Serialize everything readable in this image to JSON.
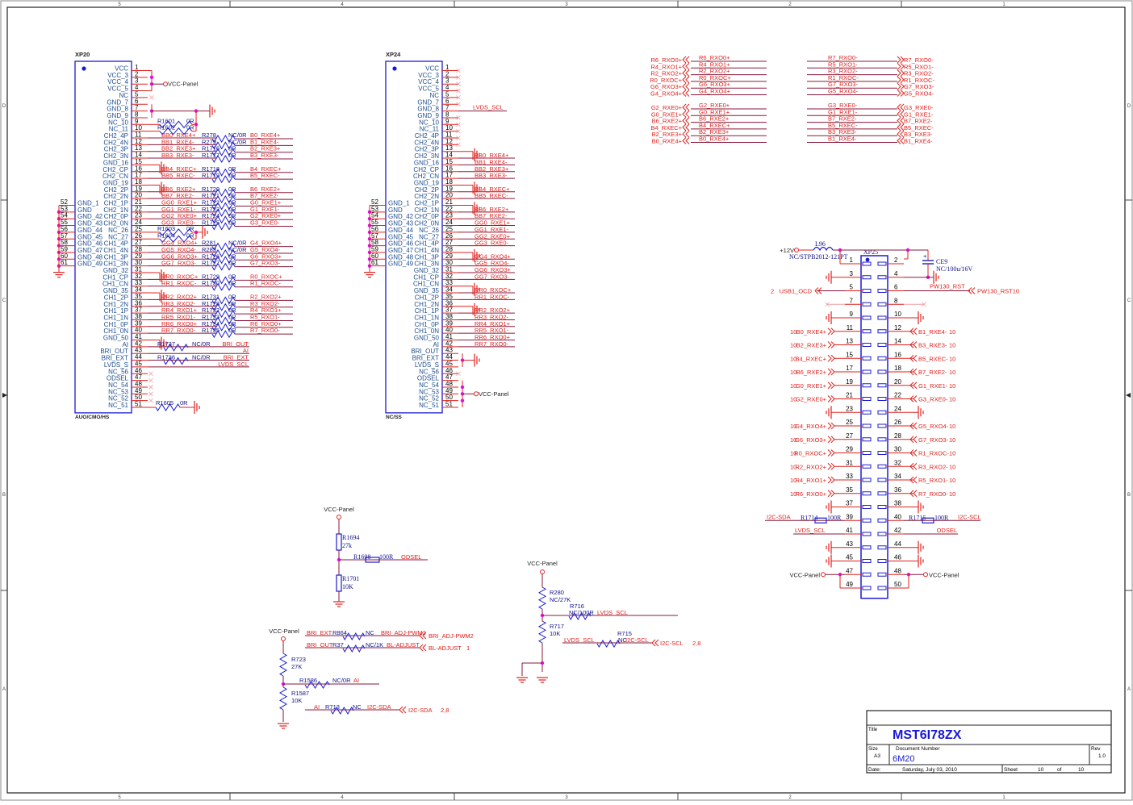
{
  "frame": {
    "columns": [
      "5",
      "4",
      "3",
      "2",
      "1"
    ],
    "rows": [
      "D",
      "C",
      "B",
      "A"
    ]
  },
  "title_block": {
    "title_label": "Title",
    "title": "MST6I78ZX",
    "size_label": "Size",
    "size": "A3",
    "docnum_label": "Document Number",
    "docnum": "6M20",
    "rev_label": "Rev",
    "rev": "1.0",
    "date_label": "Date:",
    "date": "Saturday, July 03, 2010",
    "sheet_label": "Sheet",
    "sheet": "10",
    "of_label": "of",
    "of": "10"
  },
  "xp20": {
    "ref": "XP20",
    "footer": "AUO/CMO/HS",
    "pins": [
      "VCC",
      "VCC_3",
      "VCC_4",
      "VCC_5",
      "NC",
      "GND_7",
      "GND_8",
      "GND_9",
      "NC_10",
      "NC_11",
      "CH2_4P",
      "CH2_4N",
      "CH2_3P",
      "CH2_3N",
      "GND_16",
      "CH2_CP",
      "CH2_CN",
      "GND_19",
      "CH2_2P",
      "CH2_2N",
      "CH2_1P",
      "CH2_1N",
      "CH2_0P",
      "CH2_0N",
      "NC_26",
      "NC_27",
      "CH1_4P",
      "CH1_4N",
      "CH1_3P",
      "CH1_3N",
      "GND_32",
      "CH1_CP",
      "CH1_CN",
      "GND_35",
      "CH1_2P",
      "CH1_2N",
      "CH1_1P",
      "CH1_1N",
      "CH1_0P",
      "CH1_0N",
      "GND_50",
      "AI",
      "BRI_OUT",
      "BRI_EXT",
      "LVDS_S",
      "NC_56",
      "ODSEL",
      "NC_54",
      "NC_53",
      "NC_52",
      "NC_51"
    ],
    "gnd_pins": [
      "GND_1",
      "GND",
      "GND_42",
      "GND_43",
      "GND_44",
      "GND_45",
      "GND_46",
      "GND_47",
      "GND_48",
      "GND_49"
    ],
    "gnd_pin_numbers": [
      "52",
      "53",
      "54",
      "55",
      "56",
      "57",
      "58",
      "59",
      "60",
      "61"
    ],
    "vcc_label": "VCC-Panel",
    "nets": [
      {
        "pin": 11,
        "left": "BB0_RXE4+",
        "ref": "R278",
        "val": "NC/0R",
        "right": "B0_RXE4+"
      },
      {
        "pin": 12,
        "left": "BB1_RXE4-",
        "ref": "R279",
        "val": "NC/0R",
        "right": "B1_RXE4-"
      },
      {
        "pin": 13,
        "left": "BB2_RXE3+",
        "ref": "R1716",
        "val": "0R",
        "right": "B2_RXE3+"
      },
      {
        "pin": 14,
        "left": "BB3_RXE3-",
        "ref": "R1717",
        "val": "0R",
        "right": "B3_RXE3-"
      },
      {
        "pin": 16,
        "left": "BB4_RXEC+",
        "ref": "R1718",
        "val": "0R",
        "right": "B4_RXEC+"
      },
      {
        "pin": 17,
        "left": "BB5_RXEC-",
        "ref": "R1719",
        "val": "0R",
        "right": "B5_RXEC-"
      },
      {
        "pin": 19,
        "left": "BB6_RXE2+",
        "ref": "R1720",
        "val": "0R",
        "right": "B6_RXE2+"
      },
      {
        "pin": 20,
        "left": "BB7_RXE2-",
        "ref": "R1721",
        "val": "0R",
        "right": "B7_RXE2-"
      },
      {
        "pin": 21,
        "left": "GG0_RXE1+",
        "ref": "R1722",
        "val": "0R",
        "right": "G0_RXE1+"
      },
      {
        "pin": 22,
        "left": "GG1_RXE1-",
        "ref": "R1723",
        "val": "0R",
        "right": "G1_RXE1-"
      },
      {
        "pin": 23,
        "left": "GG2_RXE0+",
        "ref": "R1724",
        "val": "0R",
        "right": "G2_RXE0+"
      },
      {
        "pin": 24,
        "left": "GG3_RXE0-",
        "ref": "R1725",
        "val": "0R",
        "right": "G3_RXE0-"
      },
      {
        "pin": 27,
        "left": "GG4_RXO4+",
        "ref": "R281",
        "val": "NC/0R",
        "right": "G4_RXO4+"
      },
      {
        "pin": 28,
        "left": "GG5_RXO4-",
        "ref": "R283",
        "val": "NC/0R",
        "right": "G5_RXO4-"
      },
      {
        "pin": 29,
        "left": "GG6_RXO3+",
        "ref": "R1726",
        "val": "0R",
        "right": "G6_RXO3+"
      },
      {
        "pin": 30,
        "left": "GG7_RXO3-",
        "ref": "R1727",
        "val": "0R",
        "right": "G7_RXO3-"
      },
      {
        "pin": 32,
        "left": "RR0_RXOC+",
        "ref": "R1729",
        "val": "0R",
        "right": "R0_RXOC+"
      },
      {
        "pin": 33,
        "left": "RR1_RXOC-",
        "ref": "R1730",
        "val": "0R",
        "right": "R1_RXOC-"
      },
      {
        "pin": 35,
        "left": "RR2_RXO2+",
        "ref": "R1731",
        "val": "0R",
        "right": "R2_RXO2+"
      },
      {
        "pin": 36,
        "left": "RR3_RXO2-",
        "ref": "R1728",
        "val": "0R",
        "right": "R3_RXO2-"
      },
      {
        "pin": 37,
        "left": "RR4_RXO1+",
        "ref": "R1732",
        "val": "0R",
        "right": "R4_RXO1+"
      },
      {
        "pin": 38,
        "left": "RR5_RXO1-",
        "ref": "R1733",
        "val": "0R",
        "right": "R5_RXO1-"
      },
      {
        "pin": 39,
        "left": "RR6_RXO0+",
        "ref": "R1734",
        "val": "0R",
        "right": "R6_RXO0+"
      },
      {
        "pin": 40,
        "left": "RR7_RXO0-",
        "ref": "R1735",
        "val": "0R",
        "right": "R7_RXO0-"
      }
    ],
    "short_resistors": [
      {
        "pin": 9,
        "ref": "R1601",
        "val": "0R"
      },
      {
        "pin": 10,
        "ref": "R1602",
        "val": "0R"
      },
      {
        "pin": 25,
        "ref": "R1603",
        "val": "0R"
      },
      {
        "pin": 26,
        "ref": "R1604",
        "val": "0R"
      },
      {
        "pin": 51,
        "ref": "R1605",
        "val": "0R"
      }
    ],
    "misc": [
      {
        "pin": 42,
        "ref": "R1737",
        "val": "NC/0R",
        "net": "BRI_OUT"
      },
      {
        "pin": 43,
        "net": "AI"
      },
      {
        "pin": 44,
        "ref": "R1736",
        "val": "NC/0R",
        "net": "BRI_EXT"
      },
      {
        "pin": 45,
        "net": "LVDS_SCL"
      }
    ]
  },
  "xp24": {
    "ref": "XP24",
    "footer": "NC/SS",
    "pins": [
      "VCC",
      "VCC_3",
      "VCC_4",
      "VCC_5",
      "NC",
      "GND_7",
      "GND_8",
      "GND_9",
      "NC_10",
      "NC_11",
      "CH2_4P",
      "CH2_4N",
      "CH2_3P",
      "CH2_3N",
      "GND_16",
      "CH2_CP",
      "CH2_CN",
      "GND_19",
      "CH2_2P",
      "CH2_2N",
      "CH2_1P",
      "CH2_1N",
      "CH2_0P",
      "CH2_0N",
      "NC_26",
      "NC_27",
      "CH1_4P",
      "CH1_4N",
      "CH1_3P",
      "CH1_3N",
      "GND_32",
      "CH1_CP",
      "CH1_CN",
      "GND_35",
      "CH1_2P",
      "CH1_2N",
      "CH1_1P",
      "CH1_1N",
      "CH1_0P",
      "CH1_0N",
      "GND_50",
      "AI",
      "BRI_OUT",
      "BRI_EXT",
      "LVDS_S",
      "NC_56",
      "ODSEL",
      "NC_54",
      "NC_53",
      "NC_52",
      "NC_51"
    ],
    "gnd_pins": [
      "GND_1",
      "GND",
      "GND_42",
      "GND_43",
      "GND_44",
      "GND_45",
      "GND_46",
      "GND_47",
      "GND_48",
      "GND_49"
    ],
    "gnd_pin_numbers": [
      "52",
      "53",
      "54",
      "55",
      "56",
      "57",
      "58",
      "59",
      "60",
      "61"
    ],
    "vcc_label": "VCC-Panel",
    "pin7_net": "LVDS_SCL",
    "nets": [
      {
        "pin": 14,
        "net": "BB0_RXE4+"
      },
      {
        "pin": 15,
        "net": "BB1_RXE4-"
      },
      {
        "pin": 16,
        "net": "BB2_RXE3+"
      },
      {
        "pin": 17,
        "net": "BB3_RXE3-"
      },
      {
        "pin": 19,
        "net": "BB4_RXEC+"
      },
      {
        "pin": 20,
        "net": "BB5_RXEC-"
      },
      {
        "pin": 22,
        "net": "BB6_RXE2+"
      },
      {
        "pin": 23,
        "net": "BB7_RXE2-"
      },
      {
        "pin": 24,
        "net": "GG0_RXE1+"
      },
      {
        "pin": 25,
        "net": "GG1_RXE1-"
      },
      {
        "pin": 26,
        "net": "GG2_RXE0+"
      },
      {
        "pin": 27,
        "net": "GG3_RXE0-"
      },
      {
        "pin": 29,
        "net": "GG4_RXO4+"
      },
      {
        "pin": 30,
        "net": "GG5_RXO4-"
      },
      {
        "pin": 31,
        "net": "GG6_RXO3+"
      },
      {
        "pin": 32,
        "net": "GG7_RXO3-"
      },
      {
        "pin": 34,
        "net": "RR0_RXOC+"
      },
      {
        "pin": 35,
        "net": "RR1_RXOC-"
      },
      {
        "pin": 37,
        "net": "RR2_RXO2+"
      },
      {
        "pin": 38,
        "net": "RR3_RXO2-"
      },
      {
        "pin": 39,
        "net": "RR4_RXO1+"
      },
      {
        "pin": 40,
        "net": "RR5_RXO1-"
      },
      {
        "pin": 41,
        "net": "RR6_RXO0+"
      },
      {
        "pin": 42,
        "net": "RR7_RXO0-"
      }
    ]
  },
  "offpage_left": {
    "odd": [
      [
        "R6_RXO0+",
        "R6_RXO0+"
      ],
      [
        "R4_RXO1+",
        "R4_RXO1+"
      ],
      [
        "R2_RXO2+",
        "R2_RXO2+"
      ],
      [
        "R0_RXOC+",
        "R0_RXOC+"
      ],
      [
        "G6_RXO3+",
        "G6_RXO3+"
      ],
      [
        "G4_RXO4+",
        "G4_RXO4+"
      ]
    ],
    "even": [
      [
        "G2_RXE0+",
        "G2_RXE0+"
      ],
      [
        "G0_RXE1+",
        "G0_RXE1+"
      ],
      [
        "B6_RXE2+",
        "B6_RXE2+"
      ],
      [
        "B4_RXEC+",
        "B4_RXEC+"
      ],
      [
        "B2_RXE3+",
        "B2_RXE3+"
      ],
      [
        "B0_RXE4+",
        "B0_RXE4+"
      ]
    ]
  },
  "offpage_right": {
    "odd": [
      [
        "R7_RXO0-",
        "R7_RXO0-"
      ],
      [
        "R5_RXO1-",
        "R5_RXO1-"
      ],
      [
        "R3_RXO2-",
        "R3_RXO2-"
      ],
      [
        "R1_RXOC-",
        "R1_RXOC-"
      ],
      [
        "G7_RXO3-",
        "G7_RXO3-"
      ],
      [
        "G5_RXO4-",
        "G5_RXO4-"
      ]
    ],
    "even": [
      [
        "G3_RXE0-",
        "G3_RXE0-"
      ],
      [
        "G1_RXE1-",
        "G1_RXE1-"
      ],
      [
        "B7_RXE2-",
        "B7_RXE2-"
      ],
      [
        "B5_RXEC-",
        "B5_RXEC-"
      ],
      [
        "B3_RXE3-",
        "B3_RXE3-"
      ],
      [
        "B1_RXE4-",
        "B1_RXE4-"
      ]
    ]
  },
  "xp25": {
    "ref": "XP25",
    "inductor_ref": "L96",
    "inductor_val": "NC/STPB2012-121PT",
    "supply": "+12V",
    "cap_ref": "CE9",
    "cap_val": "NC/100u/16V",
    "usb_label": "USB1_OCD",
    "usb_page": "2",
    "pw_net": "PW130_RST",
    "pw_port": "PW130_RST",
    "pw_page": "10",
    "rows": [
      {
        "l": 1,
        "r": 2
      },
      {
        "l": 3,
        "r": 4
      },
      {
        "l": 5,
        "r": 6
      },
      {
        "l": 7,
        "r": 8
      },
      {
        "l": 9,
        "r": 10
      },
      {
        "l": 11,
        "r": 12,
        "ln": "B0_RXE4+",
        "rn": "B1_RXE4-"
      },
      {
        "l": 13,
        "r": 14,
        "ln": "B2_RXE3+",
        "rn": "B3_RXE3-"
      },
      {
        "l": 15,
        "r": 16,
        "ln": "B4_RXEC+",
        "rn": "B5_RXEC-"
      },
      {
        "l": 17,
        "r": 18,
        "ln": "B6_RXE2+",
        "rn": "B7_RXE2-"
      },
      {
        "l": 19,
        "r": 20,
        "ln": "G0_RXE1+",
        "rn": "G1_RXE1-"
      },
      {
        "l": 21,
        "r": 22,
        "ln": "G2_RXE0+",
        "rn": "G3_RXE0-"
      },
      {
        "l": 23,
        "r": 24
      },
      {
        "l": 25,
        "r": 26,
        "ln": "G4_RXO4+",
        "rn": "G5_RXO4-"
      },
      {
        "l": 27,
        "r": 28,
        "ln": "G6_RXO3+",
        "rn": "G7_RXO3-"
      },
      {
        "l": 29,
        "r": 30,
        "ln": "R0_RXOC+",
        "rn": "R1_RXOC-"
      },
      {
        "l": 31,
        "r": 32,
        "ln": "R2_RXO2+",
        "rn": "R3_RXO2-"
      },
      {
        "l": 33,
        "r": 34,
        "ln": "R4_RXO1+",
        "rn": "R5_RXO1-"
      },
      {
        "l": 35,
        "r": 36,
        "ln": "R6_RXO0+",
        "rn": "R7_RXO0-"
      },
      {
        "l": 37,
        "r": 38
      },
      {
        "l": 39,
        "r": 40
      },
      {
        "l": 41,
        "r": 42
      },
      {
        "l": 43,
        "r": 44
      },
      {
        "l": 45,
        "r": 46
      },
      {
        "l": 47,
        "r": 48
      },
      {
        "l": 49,
        "r": 50
      }
    ],
    "page_ref": "10",
    "i2c_sda": "I2C-SDA",
    "i2c_scl": "I2C-SCL",
    "r1714": "R1714",
    "r1715": "R1715",
    "r100": "100R",
    "lvds_scl": "LVDS_SCL",
    "odsel": "ODSEL",
    "vcc_label": "VCC-Panel"
  },
  "odsel_divider": {
    "vcc": "VCC-Panel",
    "r_top": "R1694",
    "r_top_val": "27k",
    "r_bot": "R1701",
    "r_bot_val": "10K",
    "r_ser": "R1698",
    "r_ser_val": "100R",
    "net": "ODSEL"
  },
  "bri_block": {
    "vcc": "VCC-Panel",
    "bri_ext": "BRI_EXT",
    "r864": "R864",
    "r864_val": "NC",
    "pwm_net": "BRI_ADJ-PWM2",
    "pwm_port": "BRI_ADJ-PWM2",
    "bri_out": "BRI_OUT",
    "r37": "R37",
    "r37_val": "NC/1K",
    "adj_net": "BL-ADJUST",
    "adj_port": "BL-ADJUST",
    "adj_page": "1",
    "r723": "R723",
    "r723_val": "27K",
    "r1586": "R1586",
    "r1586_val": "NC/0R",
    "ai": "AI",
    "r1587": "R1587",
    "r1587_val": "10K",
    "r713": "R713",
    "r713_val": "NC",
    "sda_net": "I2C-SDA",
    "sda_port": "I2C-SDA",
    "sda_page": "2,8"
  },
  "lvds_block": {
    "vcc": "VCC-Panel",
    "r280": "R280",
    "r280_val": "NC/27K",
    "r716": "R716",
    "r716_val": "NC/100R",
    "lvds_scl": "LVDS_SCL",
    "r717": "R717",
    "r717_val": "10K",
    "r715": "R715",
    "r715_val": "NC",
    "scl_net": "I2C-SCL",
    "scl_port": "I2C-SCL",
    "scl_page": "2,8"
  }
}
